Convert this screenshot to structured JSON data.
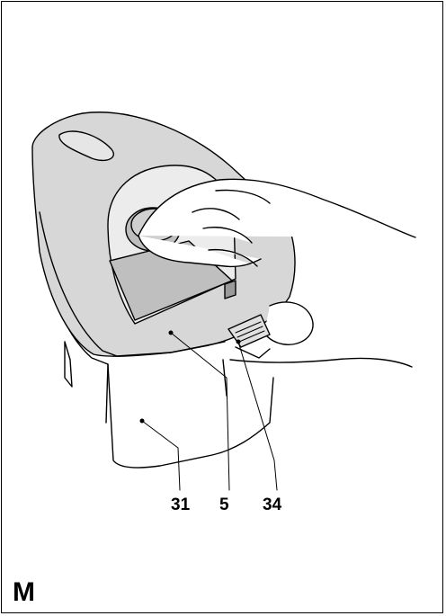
{
  "figure": {
    "letter": "M",
    "callouts": {
      "housing_lower": "31",
      "housing_upper": "5",
      "switch": "34"
    }
  }
}
